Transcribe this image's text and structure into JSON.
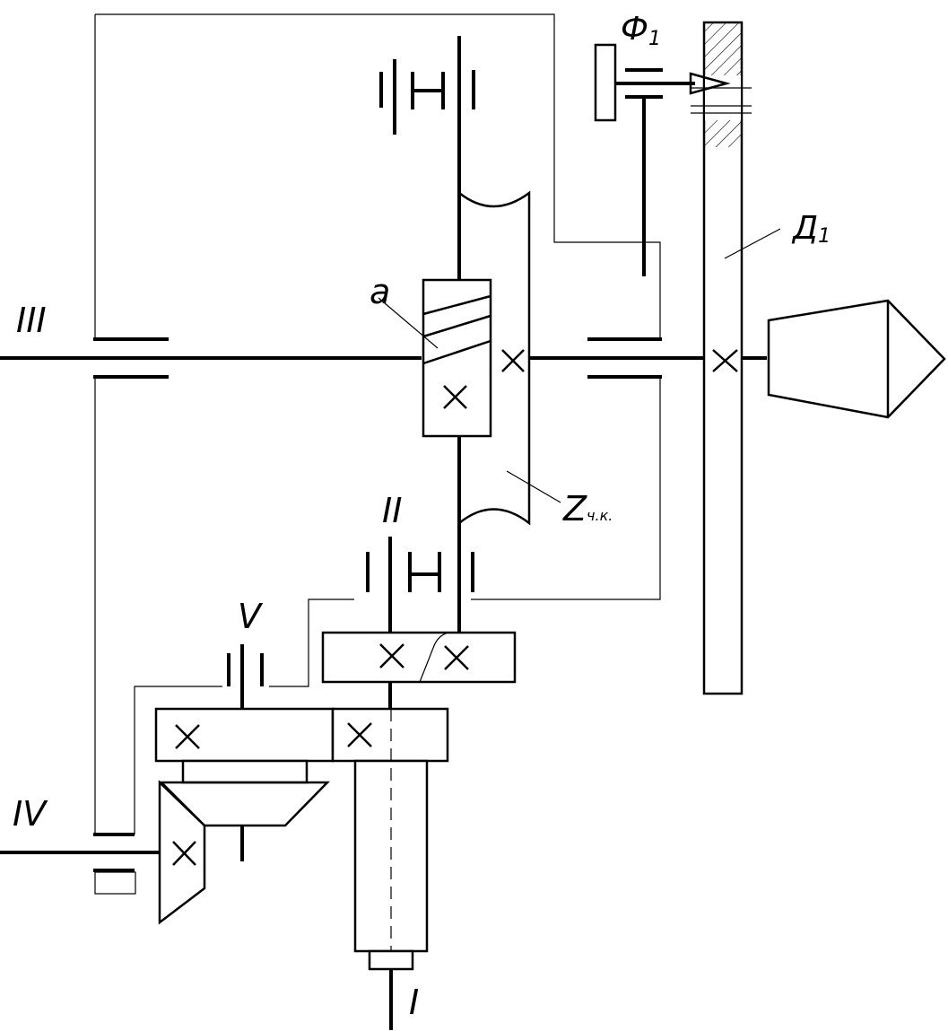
{
  "diagram": {
    "labels": {
      "shaft_III": "III",
      "shaft_II": "II",
      "shaft_I": "I",
      "shaft_IV": "IV",
      "shaft_V": "V",
      "worm": "a",
      "disc": "Д",
      "disc_sub": "1",
      "cam": "Ф",
      "cam_sub": "1",
      "worm_gear_z": "Z",
      "worm_gear_sub": "ч.к."
    },
    "colors": {
      "line": "#000000",
      "hatch": "#000000",
      "background": "#ffffff"
    }
  }
}
